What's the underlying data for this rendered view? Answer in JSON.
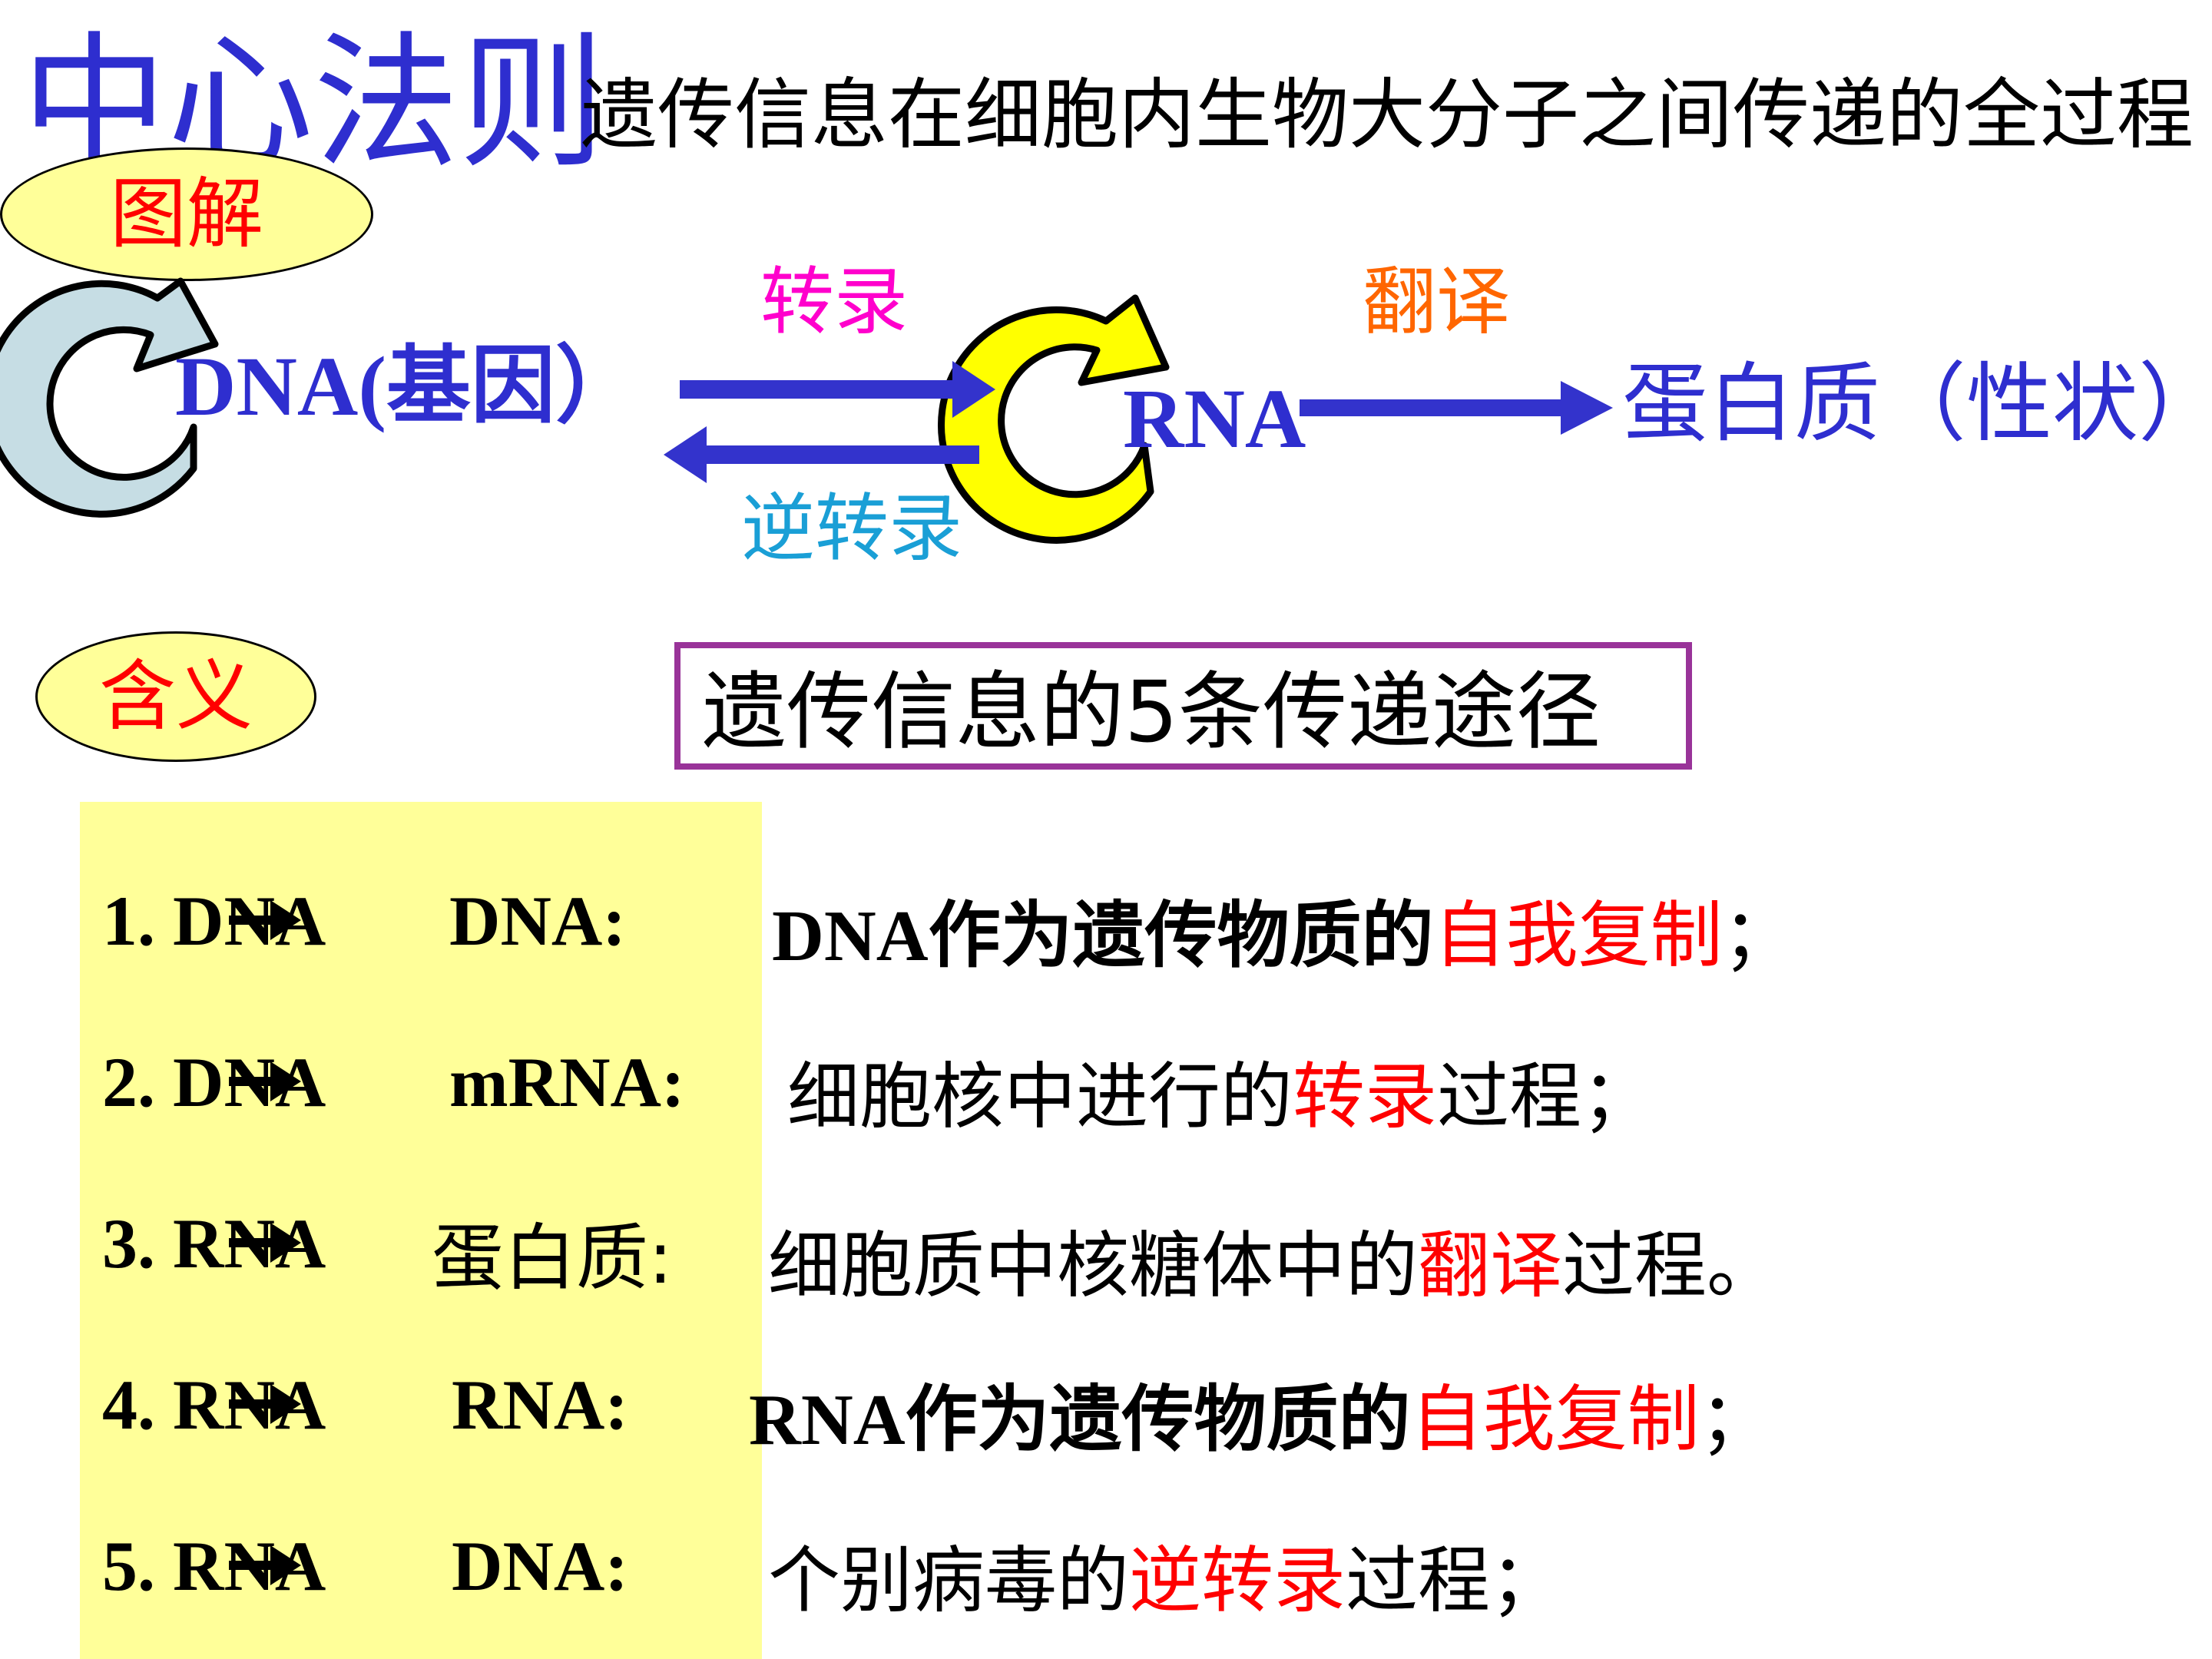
{
  "title": "中心法则",
  "subtitle": "遗传信息在细胞内生物大分子之间传递的全过程",
  "badges": {
    "diagram": "图解",
    "meaning": "含义"
  },
  "diagram": {
    "dna": "DNA(基因）",
    "rna": "RNA",
    "protein": "蛋白质（性状）",
    "transcription": "转录",
    "translation": "翻译",
    "reverse_transcription": "逆转录"
  },
  "colors": {
    "title_blue": "#2e2ecf",
    "highlight_red": "#ff0000",
    "badge_yellow": "#ffff99",
    "transcription_magenta": "#ff00cc",
    "translation_orange": "#ff6600",
    "reverse_cyan": "#1a9fd6",
    "box_purple": "#993399",
    "arrow_blue": "#3333cc",
    "dna_cycle": "#c6dde4",
    "rna_cycle": "#ffff00"
  },
  "icons": {
    "flow": "arrow-right-icon",
    "self_replicate": "circular-arrow-icon"
  },
  "paths_title": "遗传信息的5条传递途径",
  "paths": [
    {
      "number": "1.",
      "from": "DNA",
      "to": "DNA:",
      "desc_pre": "DNA作为遗传物质的",
      "desc_red": "自我复制",
      "desc_post": "；"
    },
    {
      "number": "2.",
      "from": "DNA",
      "to": "mRNA:",
      "desc_pre": "细胞核中进行的",
      "desc_red": "转录",
      "desc_post": "过程；"
    },
    {
      "number": "3.",
      "from": "RNA",
      "to": "蛋白质:",
      "desc_pre": "细胞质中核糖体中的",
      "desc_red": "翻译",
      "desc_post": "过程。"
    },
    {
      "number": "4.",
      "from": "RNA",
      "to": "RNA:",
      "desc_pre": "RNA作为遗传物质的",
      "desc_red": "自我复制",
      "desc_post": "；"
    },
    {
      "number": "5.",
      "from": "RNA",
      "to": "DNA:",
      "desc_pre": "个别病毒的",
      "desc_red": "逆转录",
      "desc_post": "过程；"
    }
  ]
}
